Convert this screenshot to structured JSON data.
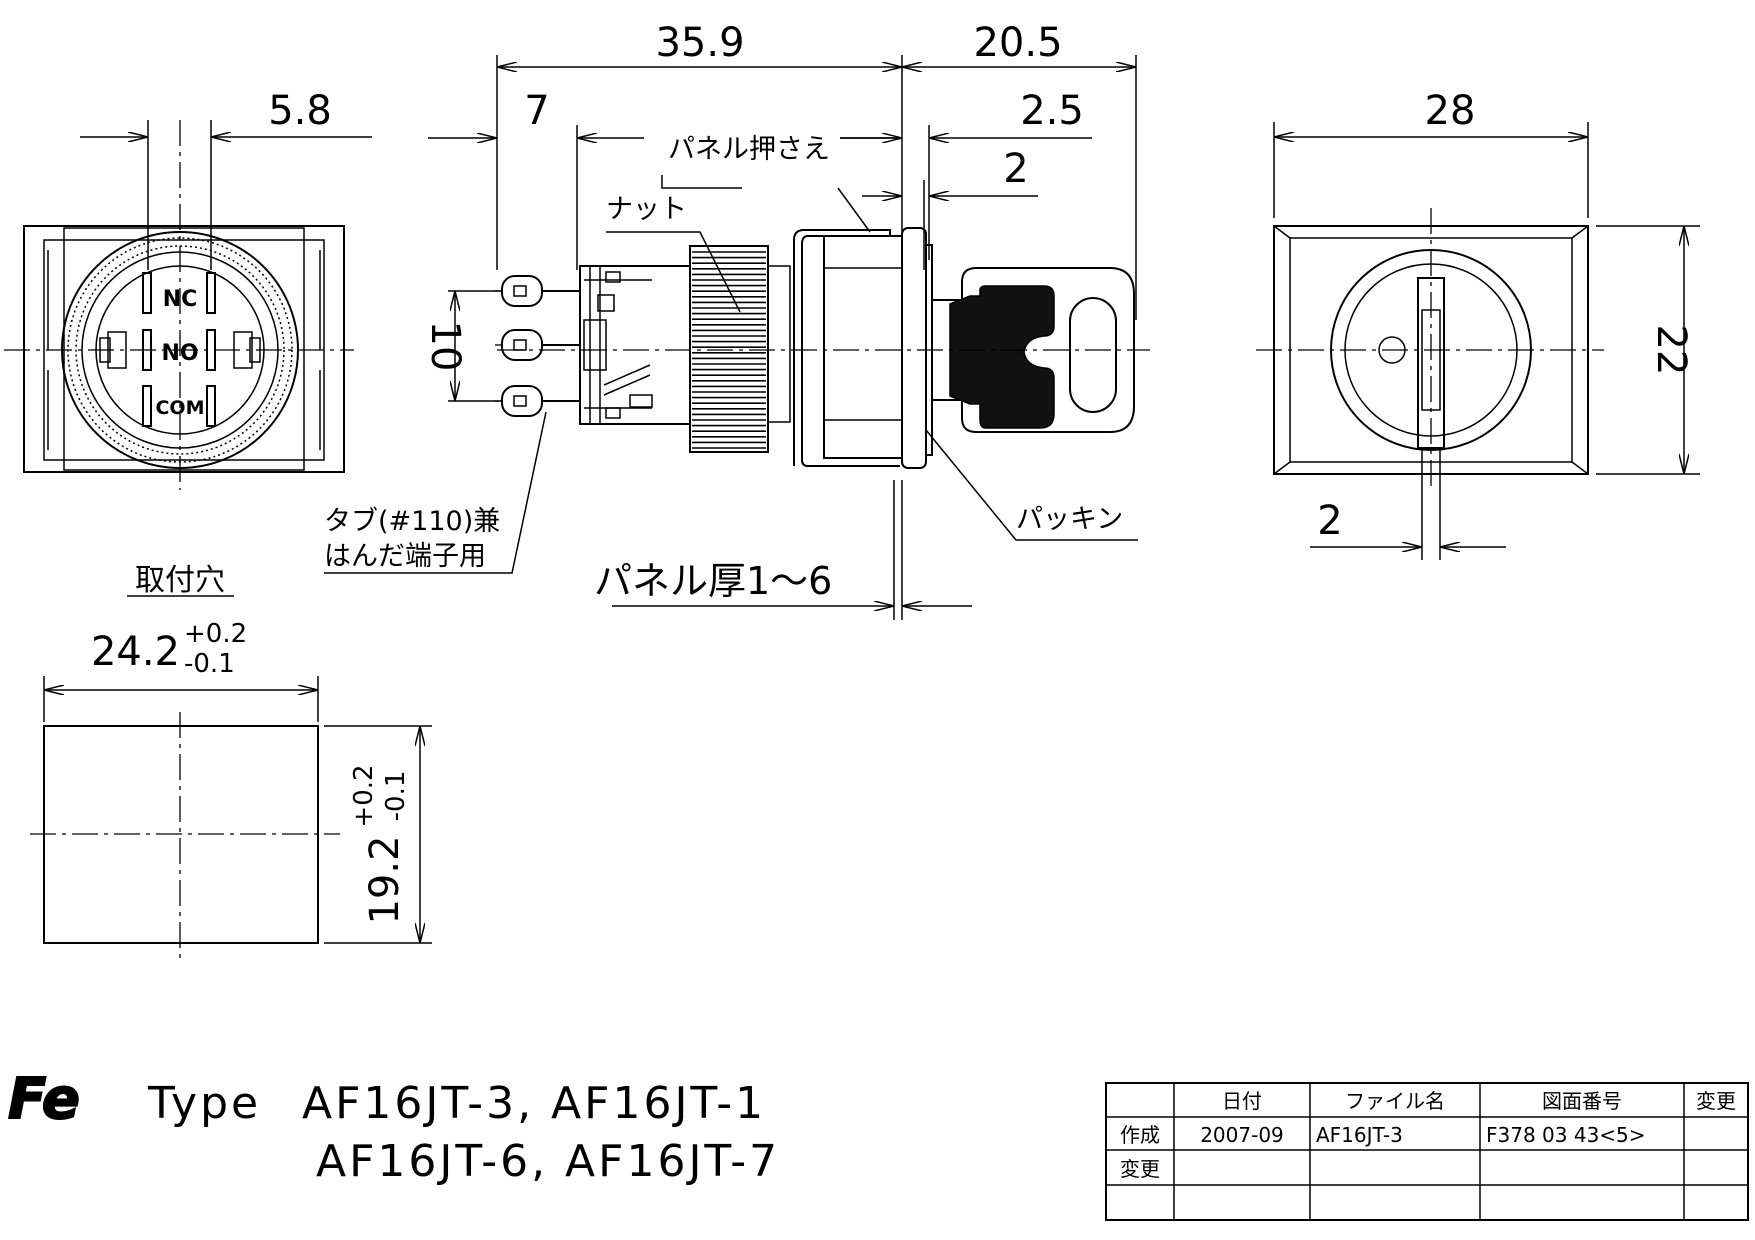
{
  "dimensions": {
    "d35_9": "35.9",
    "d20_5": "20.5",
    "d5_8": "5.8",
    "d7": "7",
    "d2_5": "2.5",
    "d2_top": "2",
    "d28": "28",
    "d22": "22",
    "d10": "10",
    "d2_front": "2",
    "cutout_w": "24.2",
    "cutout_w_tol_plus": "+0.2",
    "cutout_w_tol_minus": "-0.1",
    "cutout_h": "19.2",
    "cutout_h_tol_plus": "+0.2",
    "cutout_h_tol_minus": "-0.1"
  },
  "labels": {
    "panel_holder": "パネル押さえ",
    "nut": "ナット",
    "packing": "パッキン",
    "tab_line1": "タブ(#110)兼",
    "tab_line2": "はんだ端子用",
    "panel_thickness": "パネル厚1～6",
    "mounting_hole": "取付穴"
  },
  "terminals": {
    "nc": "NC",
    "no": "NO",
    "com": "COM"
  },
  "title": {
    "logo": "Fe",
    "type_prefix": "Type",
    "line1": "AF16JT-3, AF16JT-1",
    "line2": "AF16JT-6, AF16JT-7"
  },
  "title_block": {
    "headers": [
      "日付",
      "ファイル名",
      "図面番号",
      "変更"
    ],
    "rows": [
      {
        "label": "作成",
        "date": "2007-09",
        "file": "AF16JT-3",
        "number": "F378 03 43<5>",
        "change": ""
      },
      {
        "label": "変更",
        "date": "",
        "file": "",
        "number": "",
        "change": ""
      },
      {
        "label": "",
        "date": "",
        "file": "",
        "number": "",
        "change": ""
      }
    ]
  }
}
